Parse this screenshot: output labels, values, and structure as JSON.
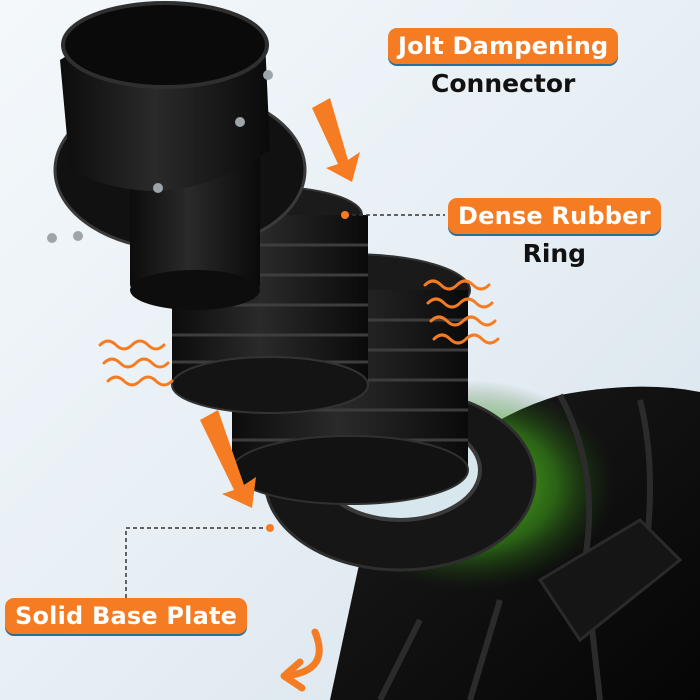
{
  "callouts": {
    "connector": {
      "highlight": "Jolt Dampening",
      "text": "Connector"
    },
    "ring": {
      "highlight": "Dense Rubber",
      "text": "Ring"
    },
    "base": {
      "highlight": "Solid Base Plate"
    }
  },
  "colors": {
    "accent": "#f57c22",
    "pill_underline": "#2c6d96",
    "glow": "#6cdc28",
    "part_black": "#121212",
    "background": "#e6eef4"
  },
  "icons": [
    "down-arrow-icon",
    "vibration-lines-icon",
    "rotate-arrow-icon"
  ]
}
